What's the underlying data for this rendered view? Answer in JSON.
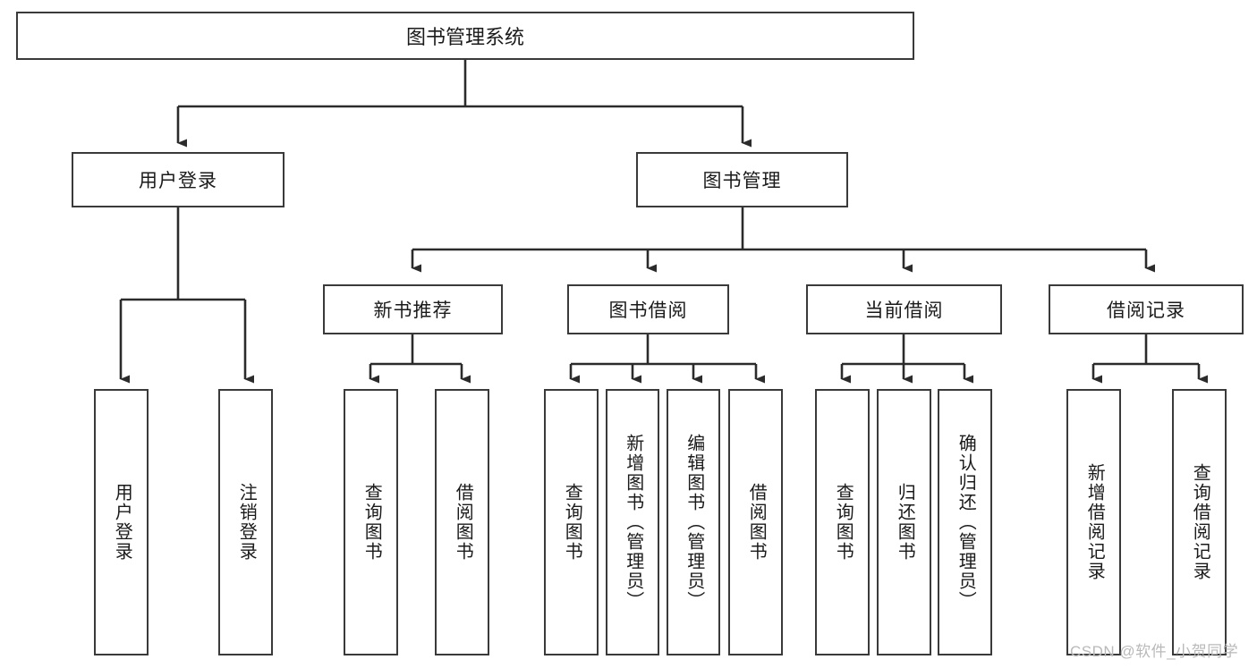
{
  "diagram": {
    "type": "tree-hierarchy-functional-structure",
    "title": "图书管理系统",
    "root": {
      "id": "root",
      "label": "图书管理系统",
      "children": [
        {
          "id": "user-login",
          "label": "用户登录",
          "children": [
            {
              "id": "user-login-do",
              "label": "用户登录"
            },
            {
              "id": "user-logout",
              "label": "注销登录"
            }
          ]
        },
        {
          "id": "book-manage",
          "label": "图书管理",
          "children": [
            {
              "id": "new-book-recommend",
              "label": "新书推荐",
              "children": [
                {
                  "id": "rec-query-book",
                  "label": "查询图书"
                },
                {
                  "id": "rec-borrow-book",
                  "label": "借阅图书"
                }
              ]
            },
            {
              "id": "book-borrow",
              "label": "图书借阅",
              "children": [
                {
                  "id": "borrow-query-book",
                  "label": "查询图书"
                },
                {
                  "id": "borrow-add-book",
                  "label": "新增图书（管理员）"
                },
                {
                  "id": "borrow-edit-book",
                  "label": "编辑图书（管理员）"
                },
                {
                  "id": "borrow-borrow-book",
                  "label": "借阅图书"
                }
              ]
            },
            {
              "id": "current-borrow",
              "label": "当前借阅",
              "children": [
                {
                  "id": "cur-query-book",
                  "label": "查询图书"
                },
                {
                  "id": "cur-return-book",
                  "label": "归还图书"
                },
                {
                  "id": "cur-confirm-return",
                  "label": "确认归还（管理员）"
                }
              ]
            },
            {
              "id": "borrow-record",
              "label": "借阅记录",
              "children": [
                {
                  "id": "rec-add-record",
                  "label": "新增借阅记录"
                },
                {
                  "id": "rec-query-record",
                  "label": "查询借阅记录"
                }
              ]
            }
          ]
        }
      ]
    },
    "colors": {
      "box_border": "#3a3a3a",
      "box_fill": "#ffffff",
      "connector": "#2b2b2b",
      "text": "#1a1a1a",
      "watermark": "#b9b9b9"
    }
  },
  "watermark": {
    "text": "CSDN @软件_小贺同学"
  }
}
